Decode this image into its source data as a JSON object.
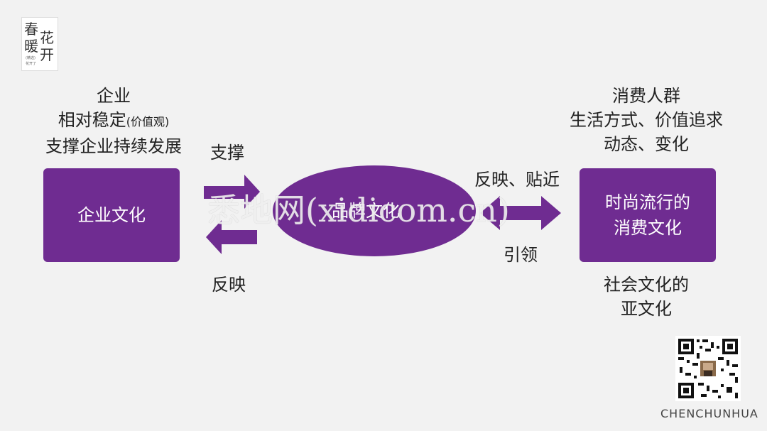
{
  "logo": {
    "chars": [
      "春",
      "暖",
      "花",
      "开"
    ],
    "small": [
      "(精选)",
      "花开了"
    ]
  },
  "left_text": {
    "line1": "企业",
    "line2_main": "相对稳定",
    "line2_small": "(价值观)",
    "line3": "支撑企业持续发展"
  },
  "right_top_text": {
    "line1": "消费人群",
    "line2": "生活方式、价值追求",
    "line3": "动态、变化"
  },
  "right_bottom_text": {
    "line1": "社会文化的",
    "line2": "亚文化"
  },
  "boxes": {
    "enterprise": "企业文化",
    "fashion_line1": "时尚流行的",
    "fashion_line2": "消费文化"
  },
  "ellipse": {
    "label": "品牌文化"
  },
  "labels": {
    "support": "支撑",
    "reflect": "反映",
    "reflect_approach": "反映、贴近",
    "lead": "引领"
  },
  "watermark": "悉地网(xidicom.cn)",
  "brand": "CHENCHUNHUA",
  "colors": {
    "accent": "#6f2c91",
    "background": "#f2f2f2"
  }
}
